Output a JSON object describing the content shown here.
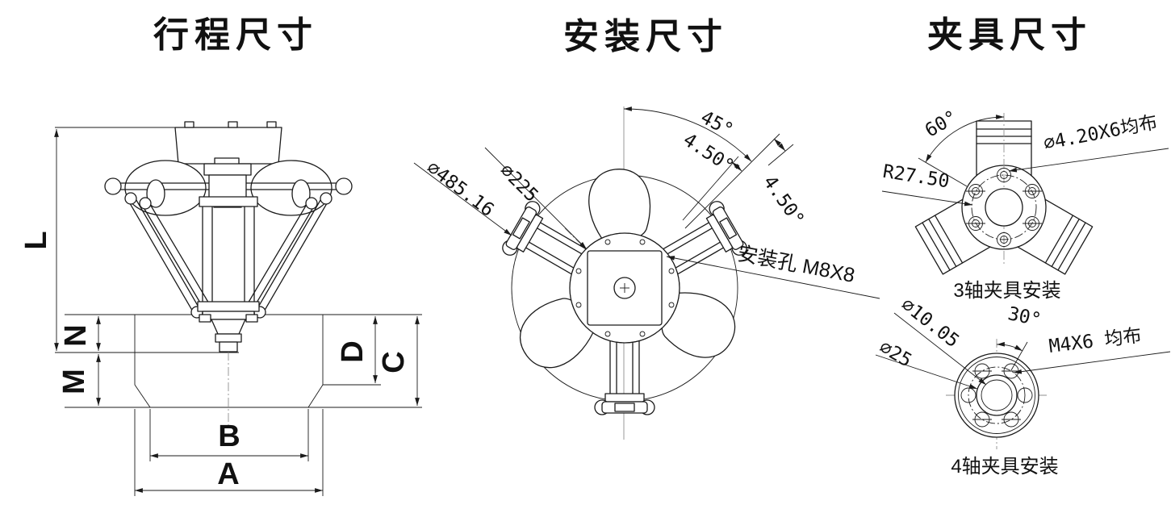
{
  "colors": {
    "line": "#1b1b1b",
    "centerline": "#8e8e8e",
    "background": "#ffffff"
  },
  "titles": {
    "stroke": "行程尺寸",
    "mounting": "安装尺寸",
    "fixture": "夹具尺寸"
  },
  "stroke_view": {
    "dim_L": "L",
    "dim_N": "N",
    "dim_M": "M",
    "dim_B": "B",
    "dim_A": "A",
    "dim_D": "D",
    "dim_C": "C"
  },
  "mounting_view": {
    "dia_outer": "∅485.16",
    "dia_plate": "∅225",
    "angle_main": "45°",
    "angle_sub1": "4.50°",
    "angle_sub2": "4.50°",
    "mounting_holes": "安装孔 M8X8"
  },
  "fixture_view": {
    "three_axis": {
      "angle": "60°",
      "holes": "∅4.20X6均布",
      "radius": "R27.50",
      "caption": "3轴夹具安装"
    },
    "four_axis": {
      "angle": "30°",
      "dia_center": "∅10.05",
      "dia_boss": "∅25",
      "holes": "M4X6 均布",
      "caption": "4轴夹具安装"
    }
  }
}
